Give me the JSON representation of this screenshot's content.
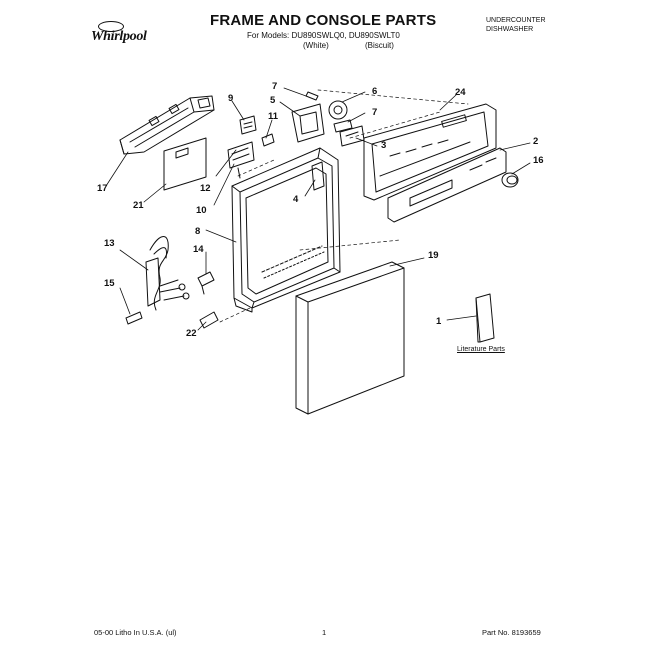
{
  "header": {
    "brand": "Whirlpool",
    "title": "FRAME AND CONSOLE PARTS",
    "models_line": "For Models: DU890SWLQ0, DU890SWLT0",
    "color_white": "(White)",
    "color_biscuit": "(Biscuit)",
    "category_line1": "UNDERCOUNTER",
    "category_line2": "DISHWASHER"
  },
  "callouts": [
    "1",
    "2",
    "3",
    "4",
    "5",
    "6",
    "7",
    "7",
    "8",
    "9",
    "10",
    "11",
    "12",
    "13",
    "14",
    "15",
    "16",
    "17",
    "19",
    "21",
    "22",
    "24"
  ],
  "literature_label": "Literature Parts",
  "footer": {
    "litho": "05-00 Litho In U.S.A. (ul)",
    "page_number": "1",
    "part_no": "Part No. 8193659"
  }
}
